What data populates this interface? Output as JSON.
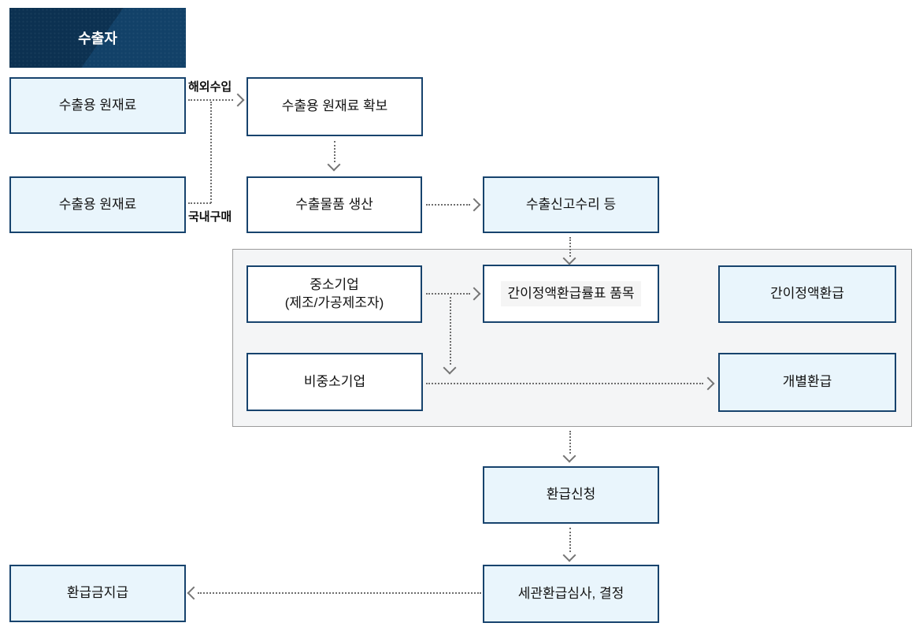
{
  "diagram": {
    "header": {
      "title": "수출자"
    },
    "nodes": {
      "raw_material_overseas": {
        "label": "수출용 원재료"
      },
      "raw_material_domestic": {
        "label": "수출용 원재료"
      },
      "secure_raw_materials": {
        "label": "수출용 원재료 확보"
      },
      "produce_export_goods": {
        "label": "수출물품 생산"
      },
      "export_declaration_acceptance": {
        "label": "수출신고수리 등"
      },
      "sme": {
        "label_line1": "중소기업",
        "label_line2": "(제조/가공제조자)"
      },
      "fixed_refund_rate_items": {
        "label": "간이정액환급률표 품목"
      },
      "simplified_fixed_refund": {
        "label": "간이정액환급"
      },
      "non_sme": {
        "label": "비중소기업"
      },
      "individual_refund": {
        "label": "개별환급"
      },
      "refund_application": {
        "label": "환급신청"
      },
      "customs_refund_review_decision": {
        "label": "세관환급심사, 결정"
      },
      "refund_payment": {
        "label": "환급금지급"
      }
    },
    "edge_labels": {
      "overseas_import": "해외수입",
      "domestic_purchase": "국내구매"
    },
    "colors": {
      "node_border_navy": "#17436d",
      "node_fill_blue": "#e9f5fc",
      "node_fill_white": "#ffffff",
      "header_fill_dark": "#0c3151",
      "header_fill_light": "#124168",
      "group_panel_fill": "#f4f5f6",
      "group_panel_border": "#9b9b9b",
      "connector_gray": "#6e6e6e",
      "text_dark": "#111111",
      "item_highlight_bg": "#f5f5f5"
    }
  }
}
